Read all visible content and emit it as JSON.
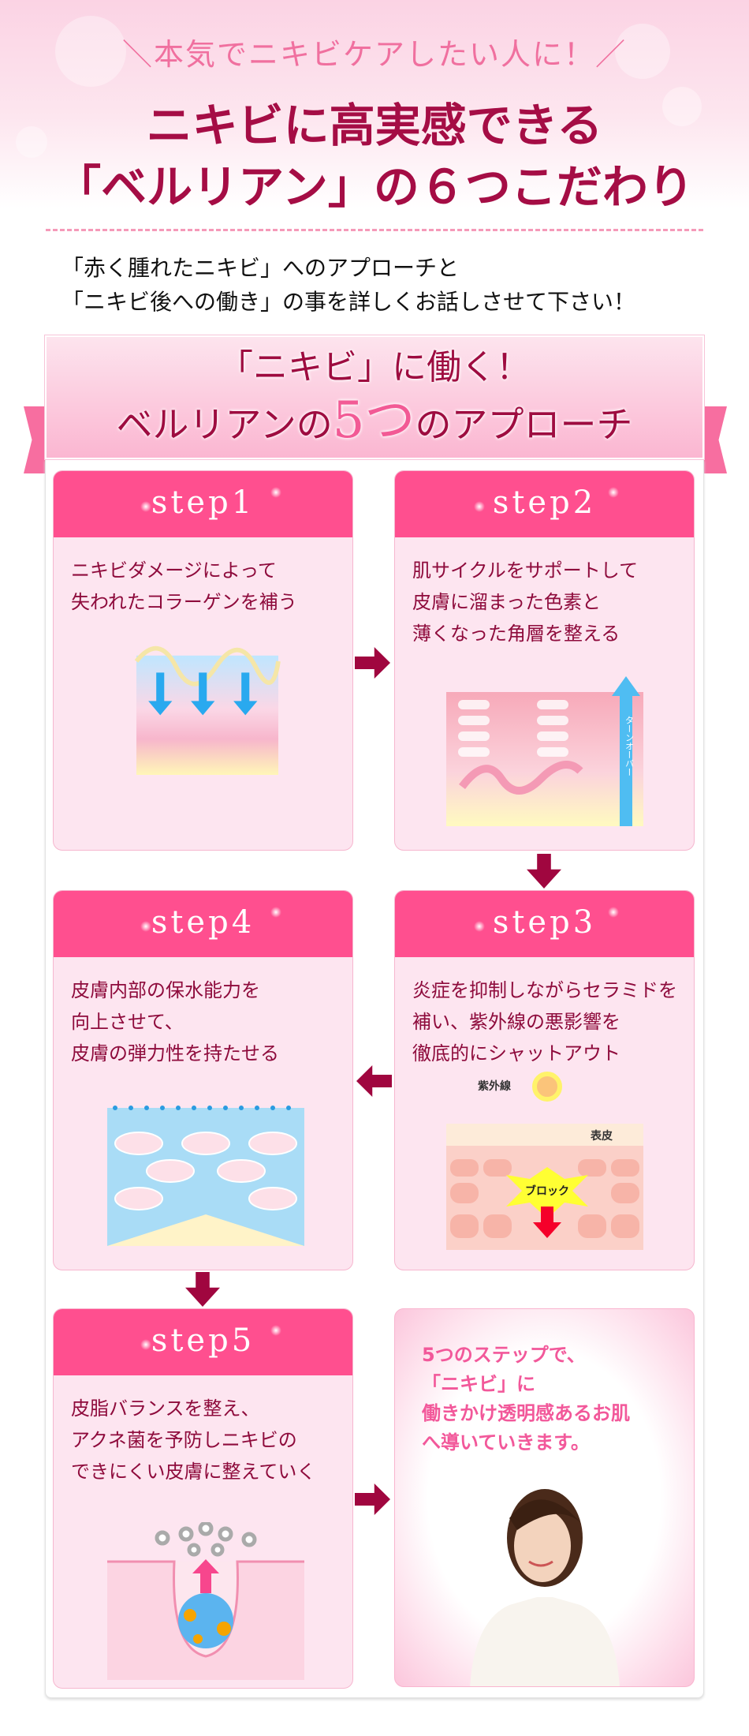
{
  "header": {
    "subtitle": "＼本気でニキビケアしたい人に！／",
    "title_line1": "ニキビに高実感できる",
    "title_line2": "「ベルリアン」の６つこだわり"
  },
  "intro": {
    "line1": "「赤く腫れたニキビ」へのアプローチと",
    "line2": "「ニキビ後への働き」の事を詳しくお話しさせて下さい！"
  },
  "banner": {
    "line1": "「ニキビ」に働く！",
    "line2_pre": "ベルリアンの",
    "line2_num": "5つ",
    "line2_post": "のアプローチ"
  },
  "colors": {
    "accent": "#ff4f8f",
    "dark": "#a50d45",
    "card_bg": "#fde5f0"
  },
  "steps": [
    {
      "label": "step1",
      "text": "ニキビダメージによって\n失われたコラーゲンを補う"
    },
    {
      "label": "step2",
      "text": "肌サイクルをサポートして\n皮膚に溜まった色素と\n薄くなった角層を整える",
      "illustration_label": "ターンオーバー"
    },
    {
      "label": "step3",
      "text": "炎症を抑制しながらセラミドを\n補い、紫外線の悪影響を\n徹底的にシャットアウト",
      "uv_label": "紫外線",
      "skin_label": "表皮",
      "block_label": "ブロック"
    },
    {
      "label": "step4",
      "text": "皮膚内部の保水能力を\n向上させて、\n皮膚の弾力性を持たせる"
    },
    {
      "label": "step5",
      "text": "皮脂バランスを整え、\nアクネ菌を予防しニキビの\nできにくい皮膚に整えていく"
    }
  ],
  "final": {
    "message": "5つのステップで、\n「ニキビ」に\n働きかけ透明感あるお肌\nへ導いていきます。"
  }
}
